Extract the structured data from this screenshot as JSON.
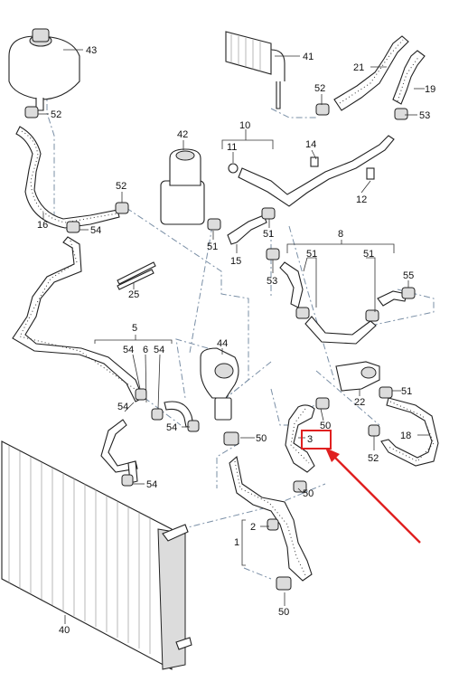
{
  "diagram": {
    "labels": [
      {
        "key": "l43",
        "text": "43"
      },
      {
        "key": "l41",
        "text": "41"
      },
      {
        "key": "l21",
        "text": "21"
      },
      {
        "key": "l19",
        "text": "19"
      },
      {
        "key": "l52a",
        "text": "52"
      },
      {
        "key": "l52b",
        "text": "52"
      },
      {
        "key": "l53a",
        "text": "53"
      },
      {
        "key": "l10",
        "text": "10"
      },
      {
        "key": "l11",
        "text": "11"
      },
      {
        "key": "l14",
        "text": "14"
      },
      {
        "key": "l12",
        "text": "12"
      },
      {
        "key": "l42",
        "text": "42"
      },
      {
        "key": "l52c",
        "text": "52"
      },
      {
        "key": "l16",
        "text": "16"
      },
      {
        "key": "l54a",
        "text": "54"
      },
      {
        "key": "l51a",
        "text": "51"
      },
      {
        "key": "l51b",
        "text": "51"
      },
      {
        "key": "l15",
        "text": "15"
      },
      {
        "key": "l8",
        "text": "8"
      },
      {
        "key": "l51c",
        "text": "51"
      },
      {
        "key": "l51d",
        "text": "51"
      },
      {
        "key": "l55",
        "text": "55"
      },
      {
        "key": "l53b",
        "text": "53"
      },
      {
        "key": "l25",
        "text": "25"
      },
      {
        "key": "l5",
        "text": "5"
      },
      {
        "key": "l54b",
        "text": "54"
      },
      {
        "key": "l6",
        "text": "6"
      },
      {
        "key": "l54c",
        "text": "54"
      },
      {
        "key": "l44",
        "text": "44"
      },
      {
        "key": "l22",
        "text": "22"
      },
      {
        "key": "l51e",
        "text": "51"
      },
      {
        "key": "l54d",
        "text": "54"
      },
      {
        "key": "l54e",
        "text": "54"
      },
      {
        "key": "l50a",
        "text": "50"
      },
      {
        "key": "l50b",
        "text": "50"
      },
      {
        "key": "l18",
        "text": "18"
      },
      {
        "key": "l3",
        "text": "3"
      },
      {
        "key": "l52d",
        "text": "52"
      },
      {
        "key": "l54f",
        "text": "54"
      },
      {
        "key": "l50c",
        "text": "50"
      },
      {
        "key": "l2",
        "text": "2"
      },
      {
        "key": "l1",
        "text": "1"
      },
      {
        "key": "l40",
        "text": "40"
      },
      {
        "key": "l50d",
        "text": "50"
      }
    ],
    "highlight": {
      "label": "3",
      "color": "#e02020"
    },
    "colors": {
      "line": "#222222",
      "hose_fill": "#ffffff",
      "dash": "#7a8fa6",
      "arrow": "#e02020"
    }
  }
}
